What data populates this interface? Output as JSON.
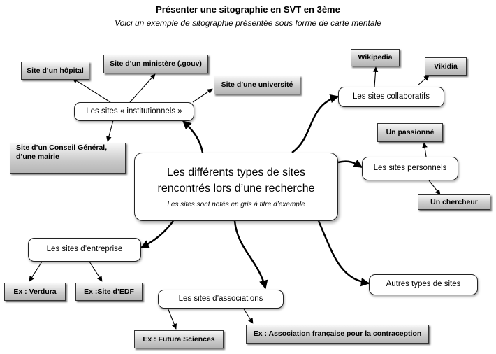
{
  "header": {
    "title": "Présenter une sitographie en SVT en 3ème",
    "subtitle": "Voici un exemple de sitographie présentée sous forme de carte mentale"
  },
  "center": {
    "line1": "Les différents types de sites",
    "line2": "rencontrés lors d’une recherche",
    "note": "Les sites sont notés en gris à titre d’exemple"
  },
  "categories": {
    "institutionnels": "Les sites « institutionnels »",
    "collaboratifs": "Les sites collaboratifs",
    "personnels": "Les sites personnels",
    "entreprise": "Les sites d’entreprise",
    "associations": "Les sites d’associations",
    "autres": "Autres types de sites"
  },
  "examples": {
    "hopital": "Site d’un hôpital",
    "ministere": "Site d’un ministère (.gouv)",
    "universite": "Site d’une université",
    "conseil_line1": "Site d’un Conseil Général,",
    "conseil_line2": "d’une mairie",
    "wikipedia": "Wikipedia",
    "vikidia": "Vikidia",
    "passionne": "Un passionné",
    "chercheur": "Un chercheur",
    "verdura": "Ex : Verdura",
    "edf": "Ex :Site d’EDF",
    "futura": "Ex : Futura Sciences",
    "contraception": "Ex : Association française pour la contraception"
  }
}
